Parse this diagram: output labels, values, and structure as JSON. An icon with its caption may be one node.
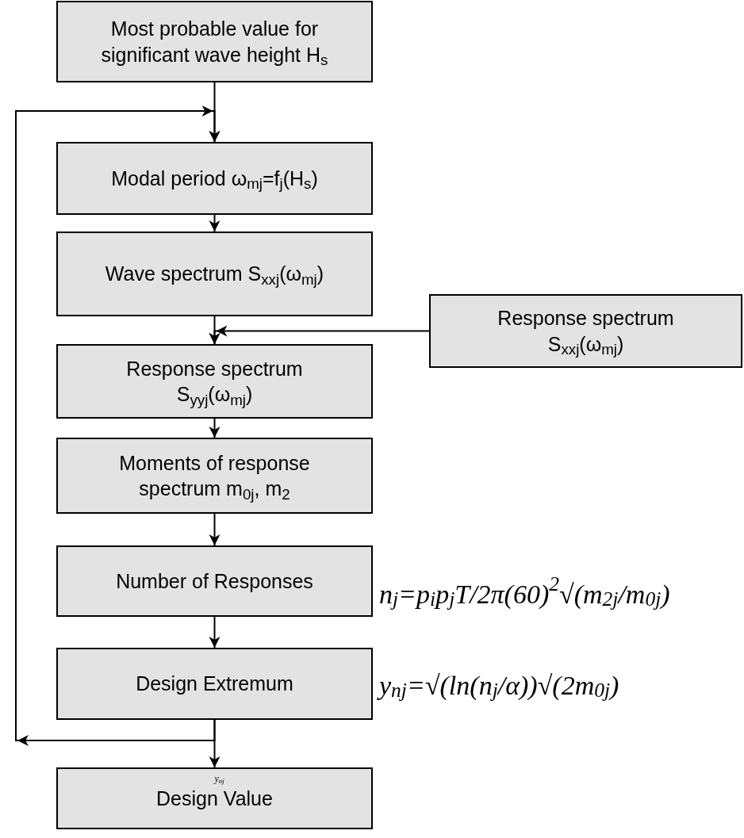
{
  "diagram": {
    "nodes": [
      {
        "text": [
          "Most probable value for significant wave height H$_{s}$"
        ]
      },
      {
        "text": [
          "Modal period ω$_{mj}$=f$_{j}$(H$_{s}$)"
        ]
      },
      {
        "text": [
          "Wave spectrum S$_{xxj}$(ω$_{mj}$)"
        ]
      },
      {
        "text": [
          "Response spectrum S$_{xxj}$(ω$_{mj}$)"
        ]
      },
      {
        "text": [
          "Response spectrum S$_{yyj}$(ω$_{mj}$)"
        ]
      },
      {
        "text": [
          "Moments of response spectrum m$_{0j}$, m$_{2}$"
        ]
      },
      {
        "text": [
          "Number of Responses"
        ],
        "beside": [
          "n$_{j}$=p$_{i}$p$_{j}$T/2π(60)$^{2}$√(m$_{2j}$/m$_{0j}$)"
        ]
      },
      {
        "text": [
          "Design Extremum"
        ],
        "beside": [
          "y$_{nj}$=√(ln(n$_{j}$/α))√(2m$_{0j}$)"
        ]
      },
      {
        "text": [
          "y$_{nj}$",
          "Design Value"
        ]
      }
    ],
    "edges": [
      {
        "from": 0,
        "to": 1,
        "arrow": "to"
      },
      {
        "from": 1,
        "to": 2,
        "arrow": "to"
      },
      {
        "from": 2,
        "to": 4,
        "arrow": "to"
      },
      {
        "from": 3,
        "to": 4,
        "arrow": "to"
      },
      {
        "from": 4,
        "to": 5,
        "arrow": "to"
      },
      {
        "from": 5,
        "to": 6,
        "arrow": "to"
      },
      {
        "from": 6,
        "to": 7,
        "arrow": "to"
      },
      {
        "from": 7,
        "to": 8,
        "arrow": "to"
      },
      {
        "from": 7,
        "to": 1,
        "arrow": "to"
      }
    ]
  }
}
